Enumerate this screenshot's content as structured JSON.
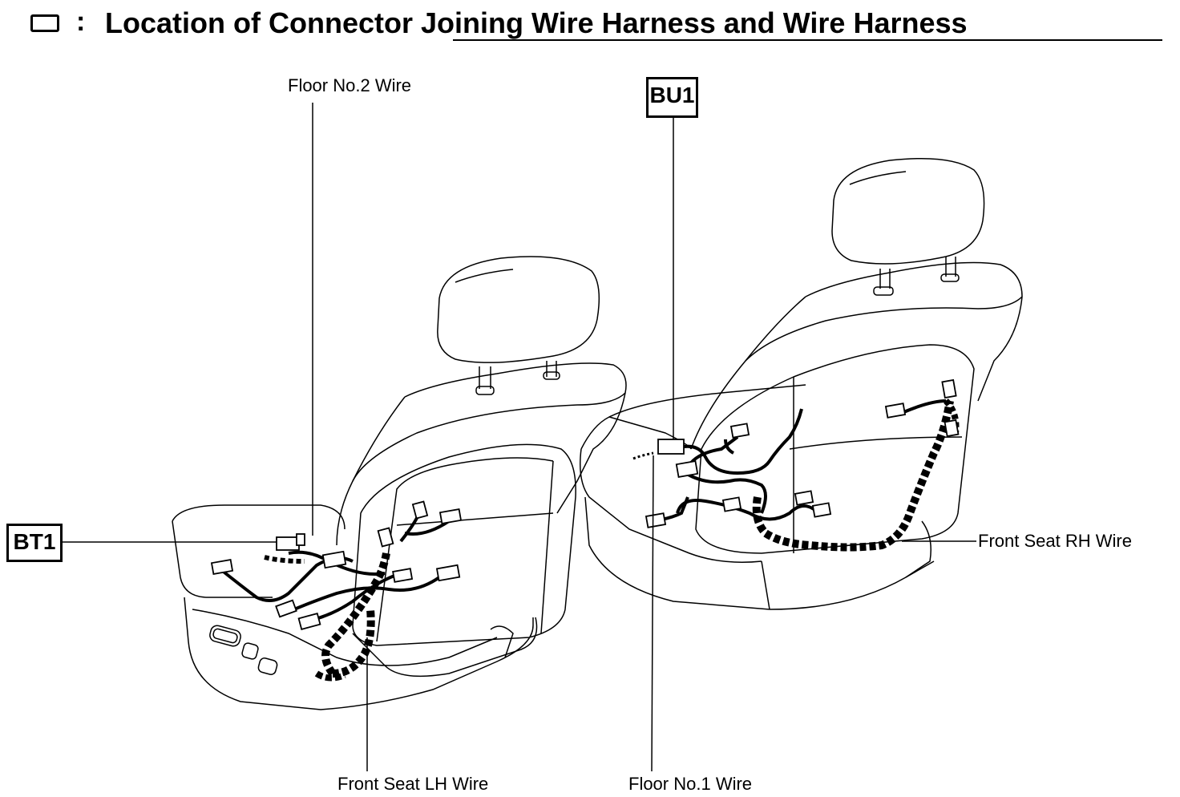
{
  "header": {
    "colon": ":",
    "title": "Location of Connector Joining Wire Harness and Wire Harness"
  },
  "connectors": {
    "bu1": "BU1",
    "bt1": "BT1"
  },
  "labels": {
    "floor_no2": "Floor No.2 Wire",
    "front_seat_rh": "Front Seat RH Wire",
    "front_seat_lh": "Front Seat LH Wire",
    "floor_no1": "Floor No.1 Wire"
  }
}
